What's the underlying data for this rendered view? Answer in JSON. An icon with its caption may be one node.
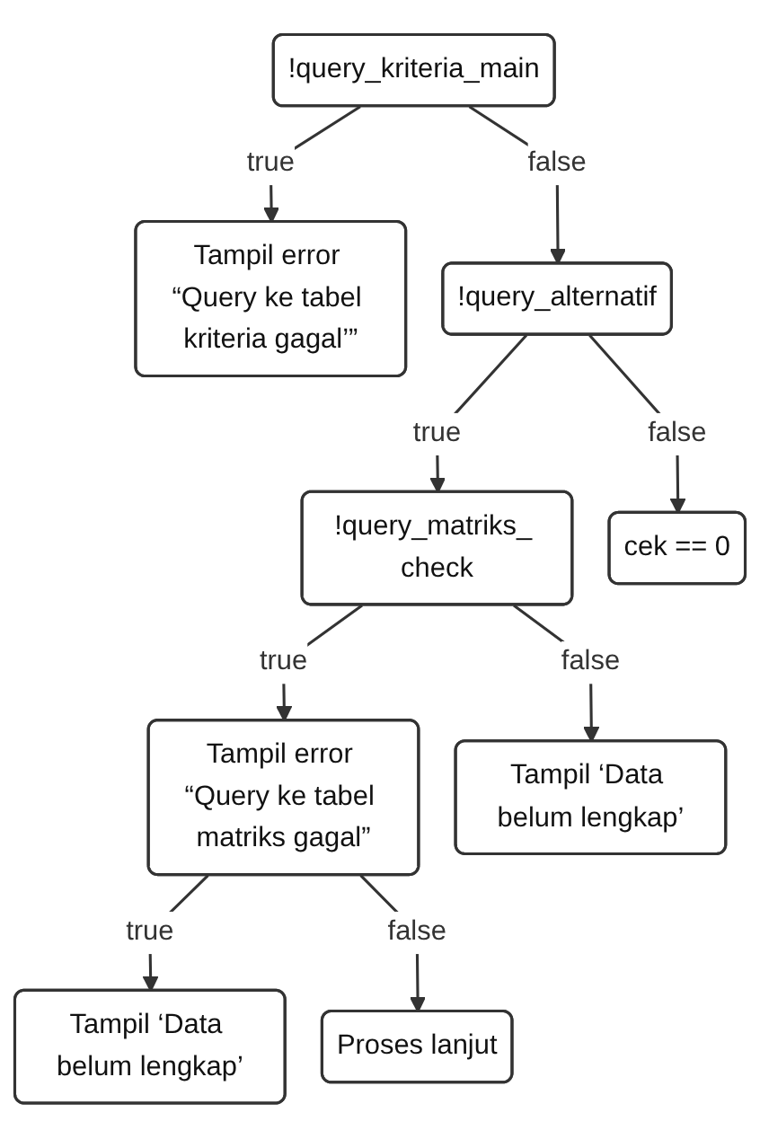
{
  "diagram": {
    "nodes": [
      {
        "text": [
          "!query_kriteria_main"
        ]
      },
      {
        "text": [
          "Tampil error “Query ke tabel kriteria gagal’”"
        ]
      },
      {
        "text": [
          "!query_alternatif"
        ]
      },
      {
        "text": [
          "!query_matriks_ check"
        ]
      },
      {
        "text": [
          "cek == 0"
        ]
      },
      {
        "text": [
          "Tampil error “Query ke tabel matriks gagal”"
        ]
      },
      {
        "text": [
          "Tampil ‘Data belum lengkap’"
        ]
      },
      {
        "text": [
          "Tampil ‘Data belum lengkap’"
        ]
      },
      {
        "text": [
          "Proses lanjut"
        ]
      }
    ],
    "edges": [
      {
        "from": 0,
        "to": 1,
        "arrow": "to",
        "label": "true"
      },
      {
        "from": 0,
        "to": 2,
        "arrow": "to",
        "label": "false"
      },
      {
        "from": 2,
        "to": 3,
        "arrow": "to",
        "label": "true"
      },
      {
        "from": 2,
        "to": 4,
        "arrow": "to",
        "label": "false"
      },
      {
        "from": 3,
        "to": 5,
        "arrow": "to",
        "label": "true"
      },
      {
        "from": 3,
        "to": 6,
        "arrow": "to",
        "label": "false"
      },
      {
        "from": 5,
        "to": 7,
        "arrow": "to",
        "label": "true"
      },
      {
        "from": 5,
        "to": 8,
        "arrow": "to",
        "label": "false"
      }
    ]
  }
}
